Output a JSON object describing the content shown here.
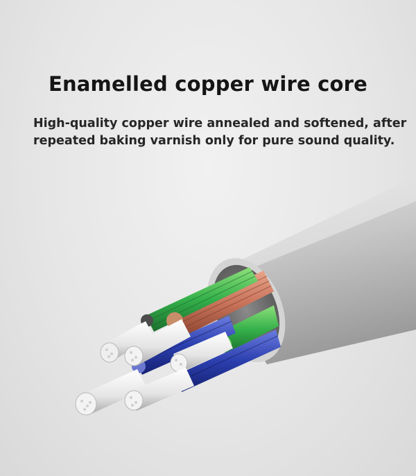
{
  "heading": "Enamelled copper wire core",
  "description": {
    "line1": "High-quality copper wire annealed and softened, after",
    "line2": "repeated baking varnish only for pure sound quality."
  },
  "colors": {
    "background": "#e6e6e6",
    "jacket": "#c4c4c4",
    "copper": "#c8735a",
    "green": "#34b04a",
    "blue": "#2b3fae",
    "silver_strand": "#f2f2f2"
  }
}
